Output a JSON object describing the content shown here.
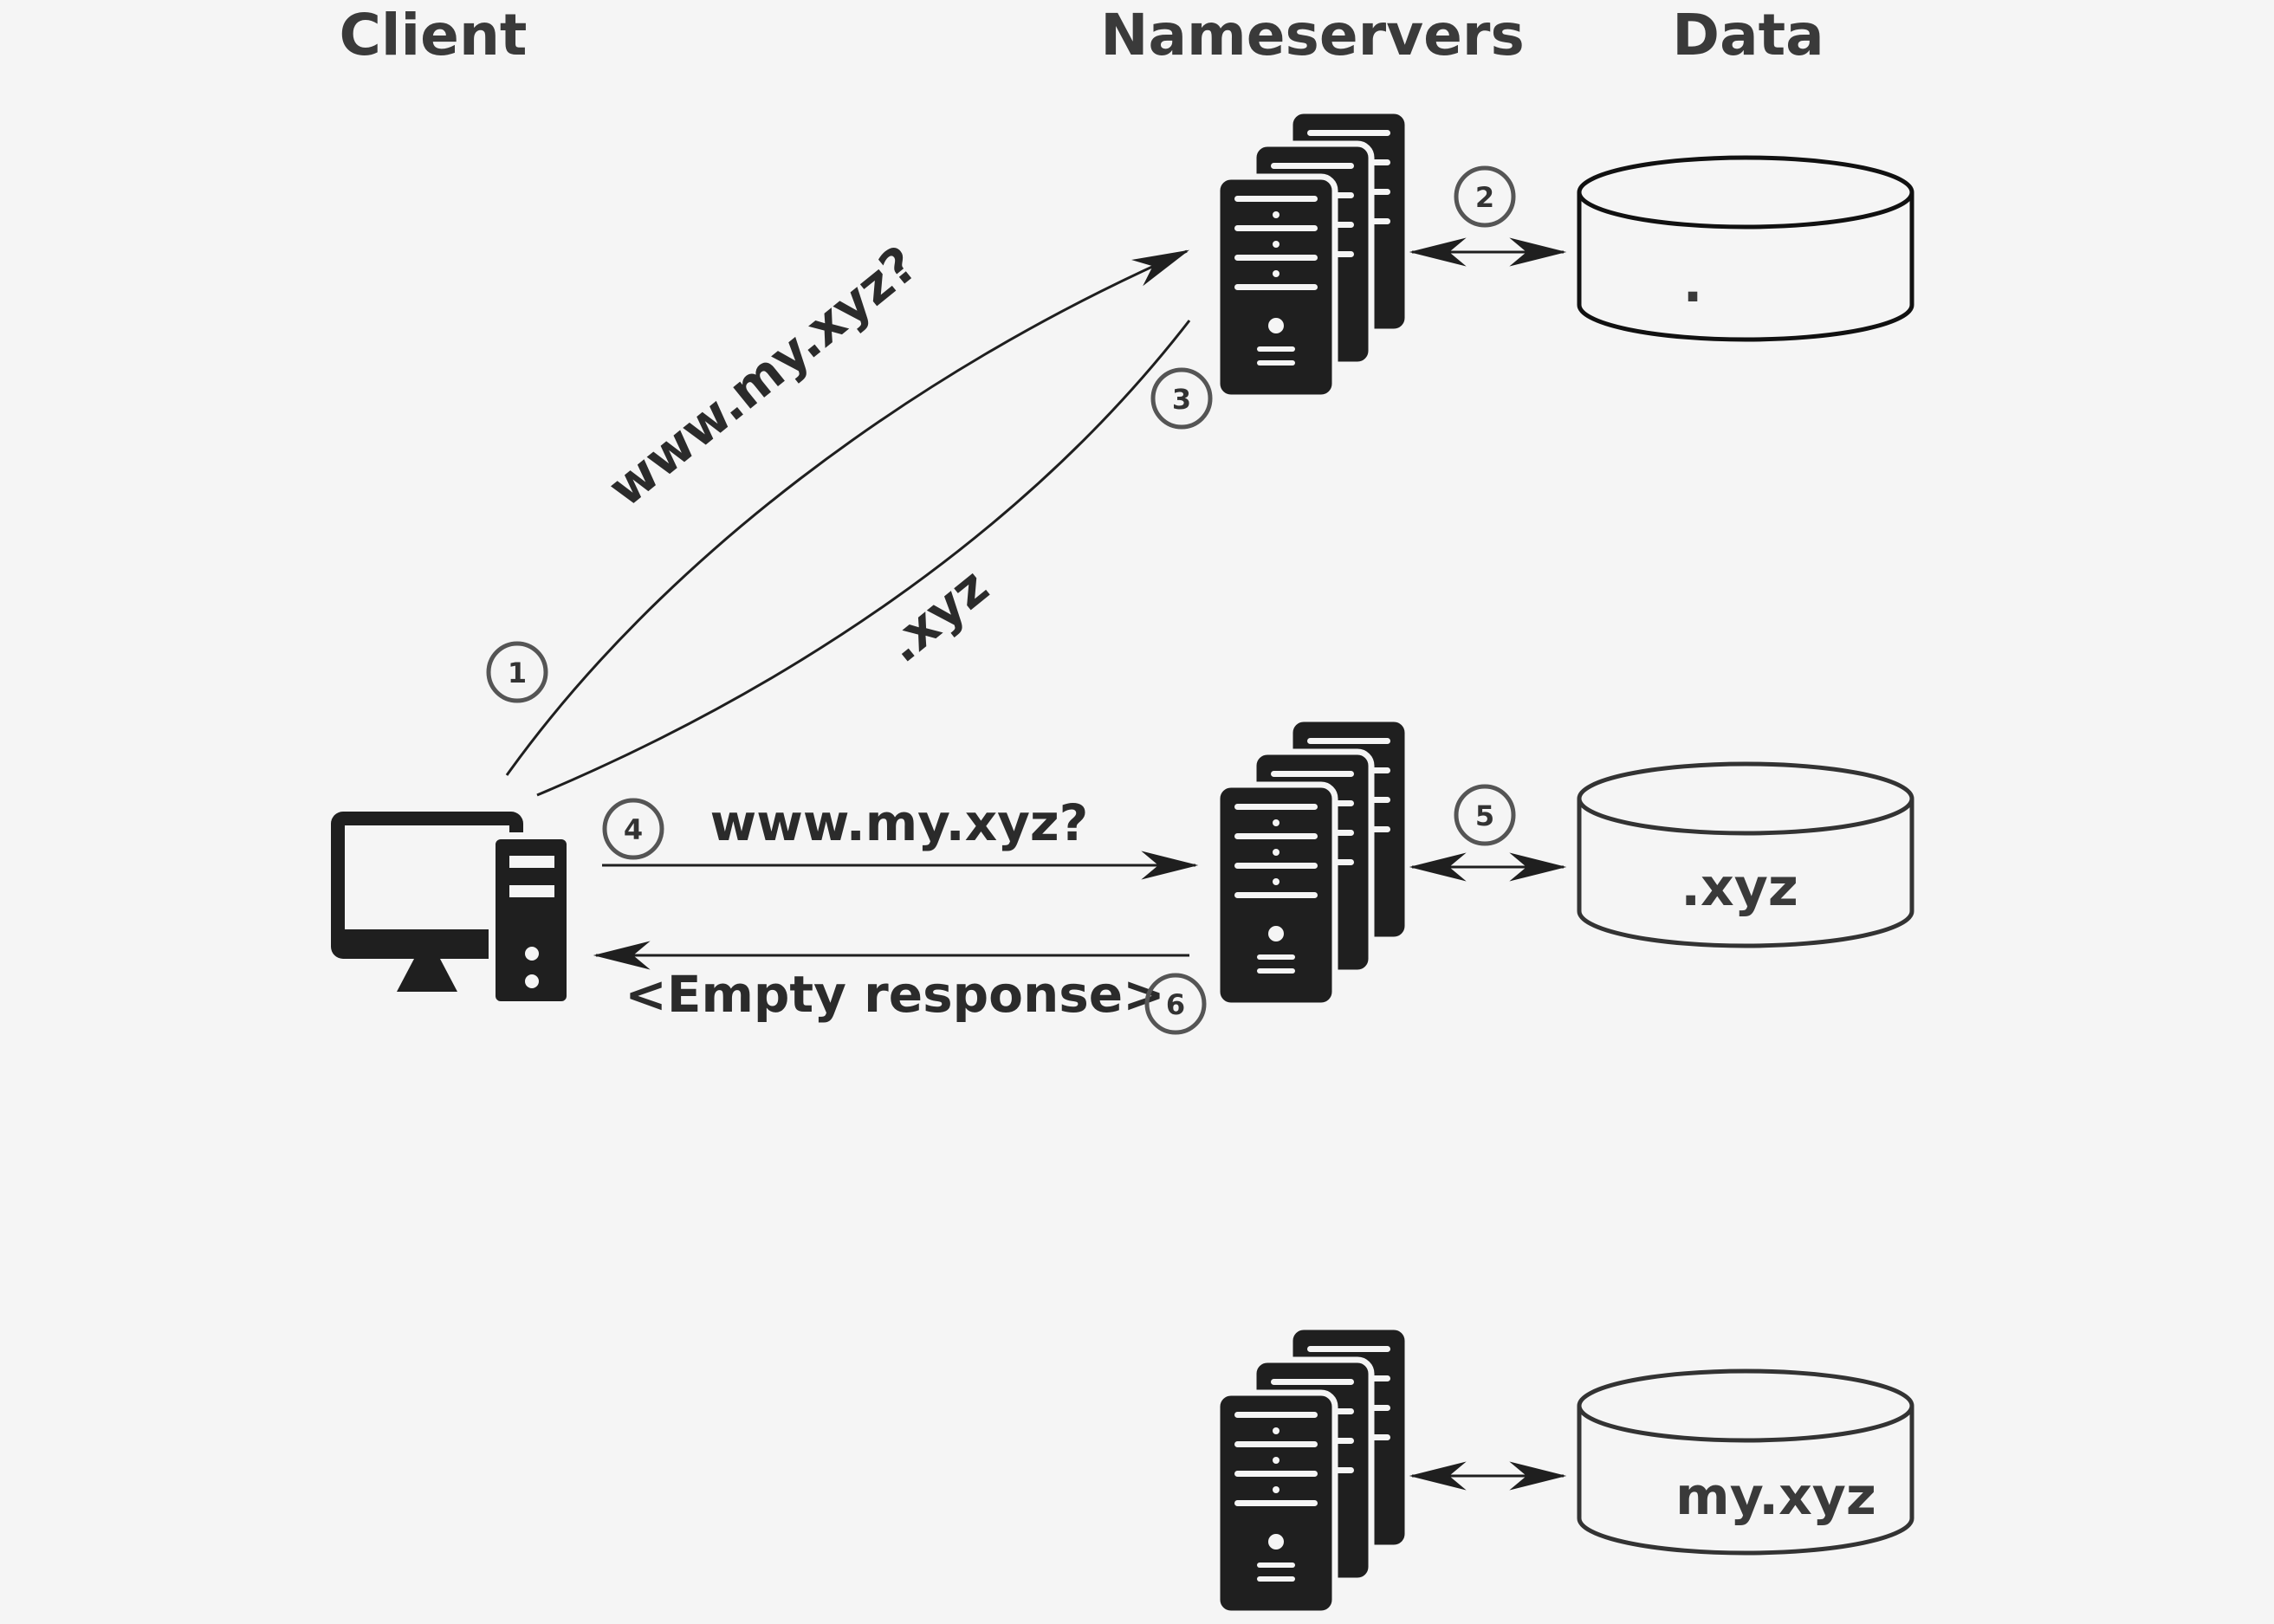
{
  "columns": {
    "client": "Client",
    "nameservers": "Nameservers",
    "data": "Data"
  },
  "databases": {
    "root": ".",
    "tld": ".xyz",
    "domain": "my.xyz"
  },
  "messages": {
    "query_root": "www.my.xyz?",
    "referral_root": ".xyz",
    "query_tld": "www.my.xyz?",
    "response_tld": "<Empty response>"
  },
  "steps": {
    "s1": "1",
    "s2": "2",
    "s3": "3",
    "s4": "4",
    "s5": "5",
    "s6": "6"
  },
  "icons": {
    "client": "desktop-computer-icon",
    "nameserver": "server-stack-icon",
    "database": "database-cylinder-icon"
  },
  "colors": {
    "background": "#f5f5f5",
    "icon": "#1f1f1f",
    "text": "#3a3a3a"
  }
}
